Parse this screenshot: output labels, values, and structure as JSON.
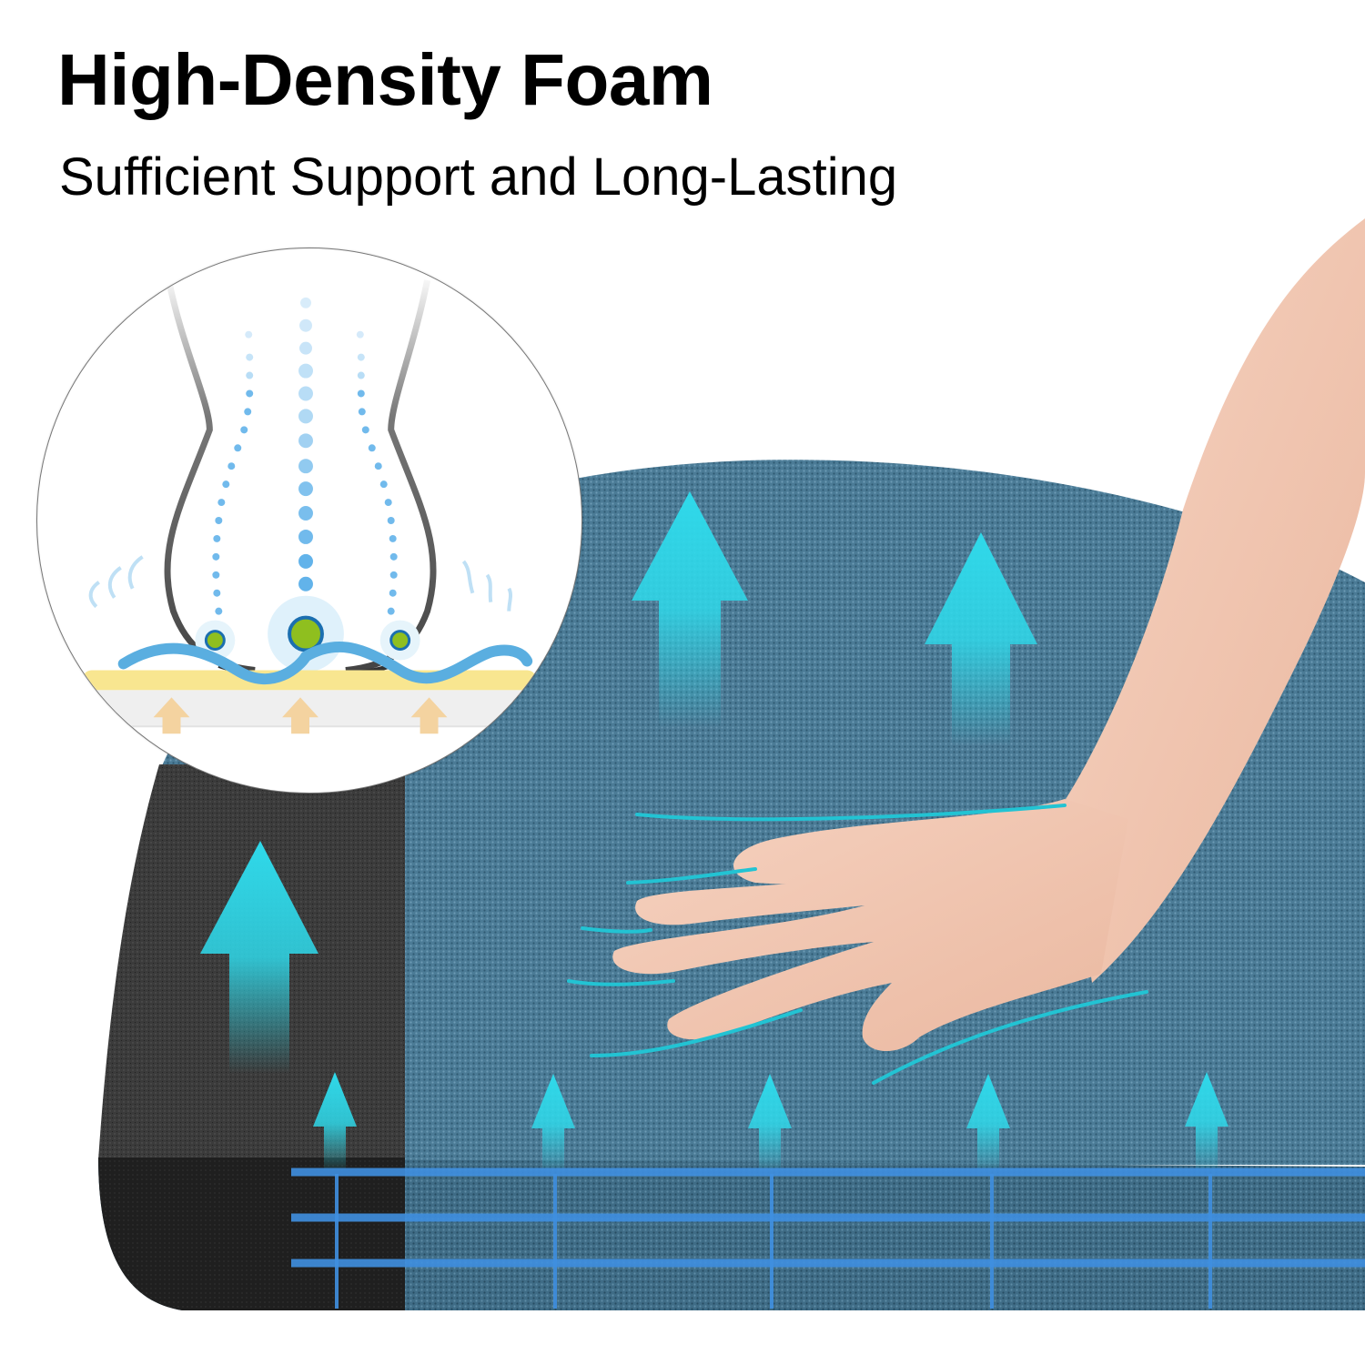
{
  "header": {
    "title": "High-Density Foam",
    "subtitle": "Sufficient Support and Long-Lasting"
  },
  "illustration": {
    "inset_diagram": {
      "description": "seated-body pressure distribution on cushion",
      "icons": [
        "body-outline-icon",
        "pressure-dots-icon",
        "pressure-point-icon",
        "wave-foam-layer-icon",
        "upward-support-arrow-icon",
        "airflow-arrow-icon"
      ],
      "support_arrow_count": 3,
      "pressure_point_count": 3
    },
    "product_photo": {
      "description": "hand pressing blue fabric seat cushion with black foam cross-section",
      "big_arrow_count": 3,
      "small_arrow_count": 5,
      "grid_horizontal_lines": 3,
      "grid_vertical_lines": 5
    },
    "colors": {
      "fabric": "#4a7a95",
      "foam": "#3a3a3a",
      "arrow": "#2fd3e6",
      "grid": "#3f8fe0",
      "skin": "#f2c9b4",
      "diagram_blue": "#5aaee0",
      "diagram_green": "#8fbf1f",
      "diagram_yellow": "#f7e48a",
      "diagram_support_arrow": "#f4d3a0"
    }
  }
}
